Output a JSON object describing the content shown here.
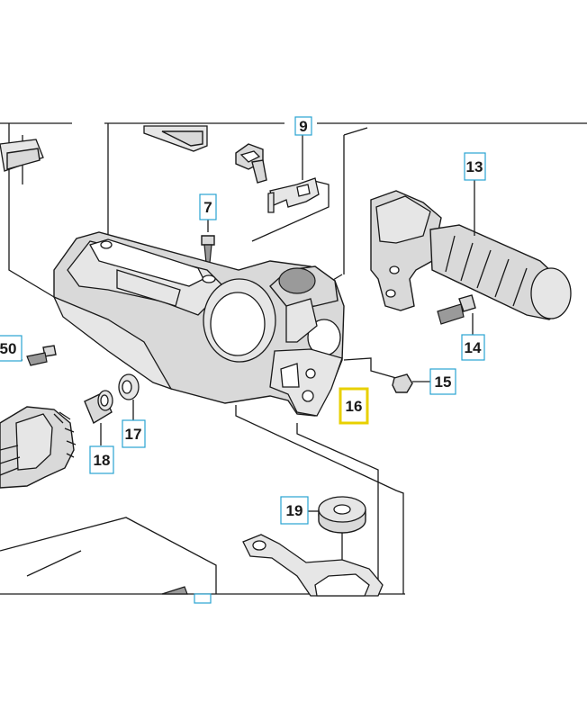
{
  "colors": {
    "callout_border": "#29a3d1",
    "highlight_border": "#e8d000",
    "line": "#1a1a1a",
    "part_fill": "#d9d9d9"
  },
  "callouts": [
    {
      "id": "c9",
      "label": "9",
      "highlighted": false
    },
    {
      "id": "c13",
      "label": "13",
      "highlighted": false
    },
    {
      "id": "c7",
      "label": "7",
      "highlighted": false
    },
    {
      "id": "c50",
      "label": "50",
      "highlighted": false
    },
    {
      "id": "c14",
      "label": "14",
      "highlighted": false
    },
    {
      "id": "c15",
      "label": "15",
      "highlighted": false
    },
    {
      "id": "c16",
      "label": "16",
      "highlighted": true
    },
    {
      "id": "c17",
      "label": "17",
      "highlighted": false
    },
    {
      "id": "c18",
      "label": "18",
      "highlighted": false
    },
    {
      "id": "c19",
      "label": "19",
      "highlighted": false
    }
  ]
}
